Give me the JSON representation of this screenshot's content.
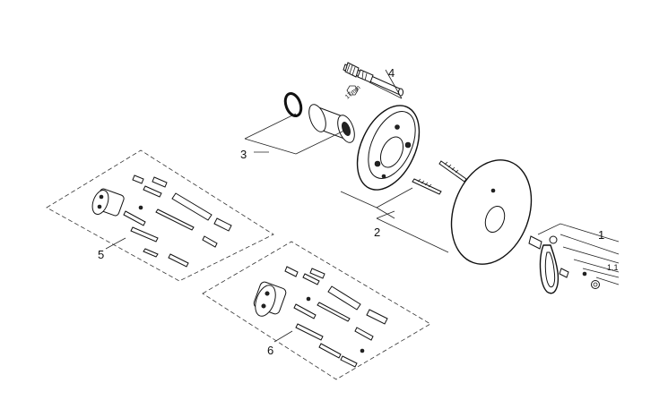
{
  "callouts": {
    "c1": "1",
    "c1_1": "1.1",
    "c2": "2",
    "c3": "3",
    "c4": "4",
    "c4_wrench": "17mm",
    "c5": "5",
    "c6": "6"
  }
}
